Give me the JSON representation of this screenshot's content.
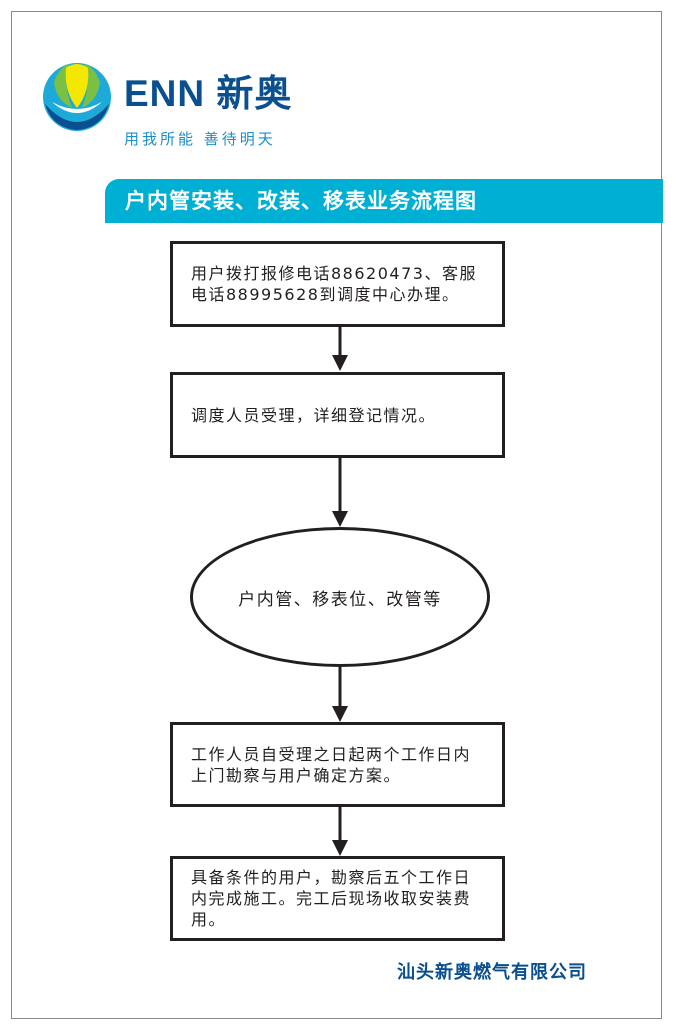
{
  "header": {
    "brand": "ENN 新奥",
    "slogan": "用我所能  善待明天"
  },
  "title": "户内管安装、改装、移表业务流程图",
  "steps": [
    "用户拨打报修电话88620473、客服电话88995628到调度中心办理。",
    "调度人员受理，详细登记情况。",
    "户内管、移表位、改管等",
    "工作人员自受理之日起两个工作日内上门勘察与用户确定方案。",
    "具备条件的用户，勘察后五个工作日内完成施工。完工后现场收取安装费用。"
  ],
  "footer": {
    "company": "汕头新奥燃气有限公司"
  },
  "colors": {
    "brand_blue": "#0a4f8f",
    "banner": "#00b0d4",
    "logo_yellow": "#f5e800",
    "logo_green": "#7ac143"
  }
}
